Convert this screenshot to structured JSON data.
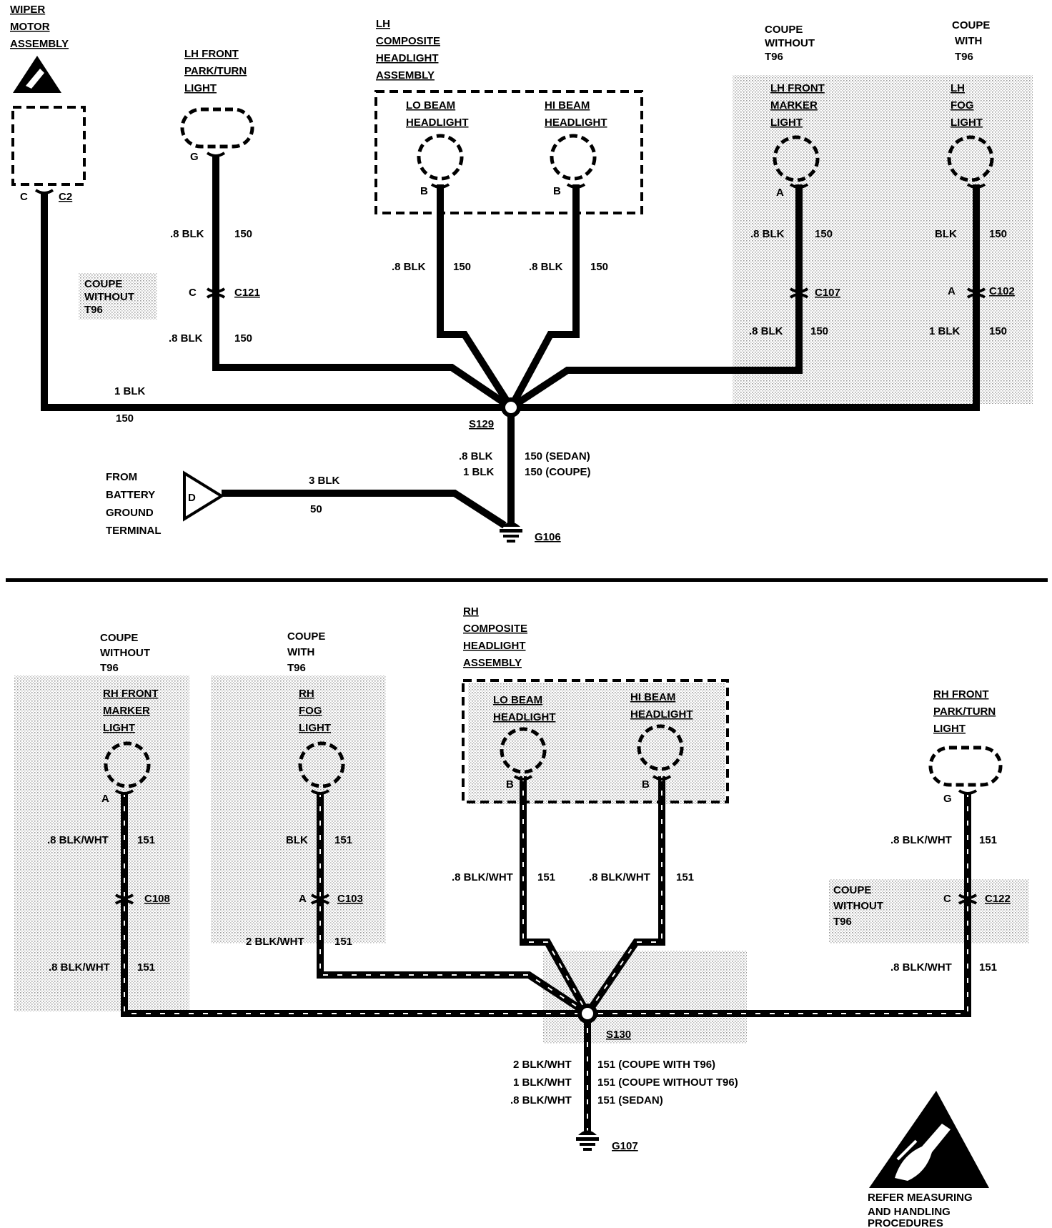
{
  "top_section": {
    "wiper_motor": {
      "title": [
        "WIPER",
        "MOTOR",
        "ASSEMBLY"
      ],
      "pin": "C",
      "connector": "C2"
    },
    "lh_park_turn": {
      "title": [
        "LH FRONT",
        "PARK/TURN",
        "LIGHT"
      ],
      "pin": "G",
      "wire_upper": ".8 BLK",
      "circuit_upper": "150",
      "connector_pin": "C",
      "connector": "C121",
      "wire_lower": ".8 BLK",
      "circuit_lower": "150",
      "note": [
        "COUPE",
        "WITHOUT",
        "T96"
      ]
    },
    "lh_composite": {
      "title": [
        "LH",
        "COMPOSITE",
        "HEADLIGHT",
        "ASSEMBLY"
      ],
      "lo_label": [
        "LO BEAM",
        "HEADLIGHT"
      ],
      "hi_label": [
        "HI BEAM",
        "HEADLIGHT"
      ],
      "lo_pin": "B",
      "hi_pin": "B",
      "lo_wire": ".8 BLK",
      "lo_circuit": "150",
      "hi_wire": ".8 BLK",
      "hi_circuit": "150"
    },
    "lh_marker": {
      "note": [
        "COUPE",
        "WITHOUT",
        "T96"
      ],
      "title": [
        "LH FRONT",
        "MARKER",
        "LIGHT"
      ],
      "pin": "A",
      "wire_upper": ".8 BLK",
      "circuit_upper": "150",
      "connector": "C107",
      "wire_lower": ".8 BLK",
      "circuit_lower": "150"
    },
    "lh_fog": {
      "note": [
        "COUPE",
        "WITH",
        "T96"
      ],
      "title": [
        "LH",
        "FOG",
        "LIGHT"
      ],
      "wire_upper": "BLK",
      "circuit_upper": "150",
      "connector_pin": "A",
      "connector": "C102",
      "wire_lower": "1 BLK",
      "circuit_lower": "150"
    },
    "main_wire": {
      "wire": "1 BLK",
      "circuit": "150"
    },
    "splice": "S129",
    "ground_wire": {
      "wire_1": ".8 BLK",
      "circuit_1": "150 (SEDAN)",
      "wire_2": "1 BLK",
      "circuit_2": "150 (COUPE)"
    },
    "battery": {
      "label": [
        "FROM",
        "BATTERY",
        "GROUND",
        "TERMINAL"
      ],
      "symbol": "D",
      "wire": "3 BLK",
      "circuit": "50"
    },
    "ground": "G106"
  },
  "bottom_section": {
    "rh_marker": {
      "note": [
        "COUPE",
        "WITHOUT",
        "T96"
      ],
      "title": [
        "RH FRONT",
        "MARKER",
        "LIGHT"
      ],
      "pin": "A",
      "wire_upper": ".8 BLK/WHT",
      "circuit_upper": "151",
      "connector": "C108",
      "wire_lower": ".8 BLK/WHT",
      "circuit_lower": "151"
    },
    "rh_fog": {
      "note": [
        "COUPE",
        "WITH",
        "T96"
      ],
      "title": [
        "RH",
        "FOG",
        "LIGHT"
      ],
      "wire_upper": "BLK",
      "circuit_upper": "151",
      "connector_pin": "A",
      "connector": "C103",
      "wire_lower": "2 BLK/WHT",
      "circuit_lower": "151"
    },
    "rh_composite": {
      "title": [
        "RH",
        "COMPOSITE",
        "HEADLIGHT",
        "ASSEMBLY"
      ],
      "lo_label": [
        "LO  BEAM",
        "HEADLIGHT"
      ],
      "hi_label": [
        "HI BEAM",
        "HEADLIGHT"
      ],
      "lo_pin": "B",
      "hi_pin": "B",
      "lo_wire": ".8 BLK/WHT",
      "lo_circuit": "151",
      "hi_wire": ".8 BLK/WHT",
      "hi_circuit": "151"
    },
    "rh_park_turn": {
      "title": [
        "RH FRONT",
        "PARK/TURN",
        "LIGHT"
      ],
      "pin": "G",
      "wire_upper": ".8 BLK/WHT",
      "circuit_upper": "151",
      "note": [
        "COUPE",
        "WITHOUT",
        "T96"
      ],
      "connector_pin": "C",
      "connector": "C122",
      "wire_lower": ".8 BLK/WHT",
      "circuit_lower": "151"
    },
    "splice": "S130",
    "ground_wire": {
      "wire_1": "2 BLK/WHT",
      "circuit_1": "151 (COUPE WITH T96)",
      "wire_2": "1 BLK/WHT",
      "circuit_2": "151 (COUPE WITHOUT T96)",
      "wire_3": ".8 BLK/WHT",
      "circuit_3": "151 (SEDAN)"
    },
    "ground": "G107"
  },
  "esd_notice": [
    "REFER MEASURING",
    "AND  HANDLING",
    "PROCEDURES"
  ]
}
